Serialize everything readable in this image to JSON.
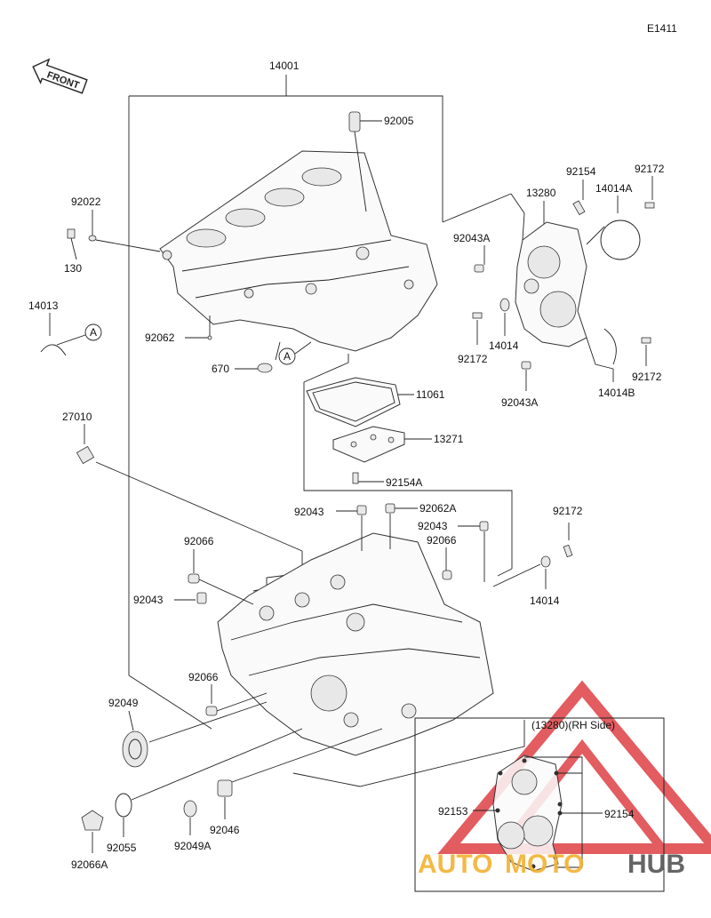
{
  "diagram": {
    "code": "E1411",
    "front_label": "FRONT",
    "inset_title": "(13280)(RH Side)",
    "ref_marker": "A"
  },
  "labels": {
    "p14001": "14001",
    "p92005": "92005",
    "p92022": "92022",
    "p130": "130",
    "p14013": "14013",
    "p92062": "92062",
    "p670": "670",
    "p11061": "11061",
    "p13271": "13271",
    "p92154A": "92154A",
    "p27010": "27010",
    "p92154": "92154",
    "p92172a": "92172",
    "p13280": "13280",
    "p14014A": "14014A",
    "p92043A_top": "92043A",
    "p92172b": "92172",
    "p14014a": "14014",
    "p92043A_bot": "92043A",
    "p14014B": "14014B",
    "p92172c": "92172",
    "p92043a": "92043",
    "p92062A": "92062A",
    "p92043b": "92043",
    "p92066a": "92066",
    "p92066b": "92066",
    "p92172d": "92172",
    "p14014b": "14014",
    "p92043c": "92043",
    "p92066c": "92066",
    "p92049": "92049",
    "p92055": "92055",
    "p92049A": "92049A",
    "p92046": "92046",
    "p92066A": "92066A",
    "p92153": "92153",
    "p92154_inset": "92154"
  },
  "watermark": {
    "part1": "AUTO",
    "part2": "MOTO",
    "part3": "HUB",
    "color_orange": "#f2b233",
    "color_red": "#d9262b",
    "color_dark": "#555555"
  }
}
